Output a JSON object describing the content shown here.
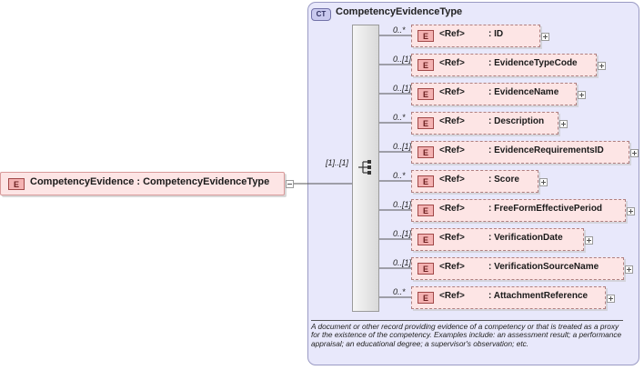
{
  "complex_type": {
    "badge": "CT",
    "name": "CompetencyEvidenceType",
    "documentation": "A document or other record providing evidence of a competency or that is treated as a proxy for the existence of the competency. Examples include: an assessment result; a performance appraisal; an educational degree; a supervisor's observation; etc."
  },
  "root_element": {
    "badge": "E",
    "label": "CompetencyEvidence : CompetencyEvidenceType",
    "occurrence": "[1]..[1]"
  },
  "children": [
    {
      "badge": "E",
      "ref": "<Ref>",
      "name": ": ID",
      "occurrence": "0..*"
    },
    {
      "badge": "E",
      "ref": "<Ref>",
      "name": ": EvidenceTypeCode",
      "occurrence": "0..[1]"
    },
    {
      "badge": "E",
      "ref": "<Ref>",
      "name": ": EvidenceName",
      "occurrence": "0..[1]"
    },
    {
      "badge": "E",
      "ref": "<Ref>",
      "name": ": Description",
      "occurrence": "0..*"
    },
    {
      "badge": "E",
      "ref": "<Ref>",
      "name": ": EvidenceRequirementsID",
      "occurrence": "0..[1]"
    },
    {
      "badge": "E",
      "ref": "<Ref>",
      "name": ": Score",
      "occurrence": "0..*"
    },
    {
      "badge": "E",
      "ref": "<Ref>",
      "name": ": FreeFormEffectivePeriod",
      "occurrence": "0..[1]"
    },
    {
      "badge": "E",
      "ref": "<Ref>",
      "name": ": VerificationDate",
      "occurrence": "0..[1]"
    },
    {
      "badge": "E",
      "ref": "<Ref>",
      "name": ": VerificationSourceName",
      "occurrence": "0..[1]"
    },
    {
      "badge": "E",
      "ref": "<Ref>",
      "name": ": AttachmentReference",
      "occurrence": "0..*"
    }
  ],
  "icons": {
    "sequence": "sequence-compositor-icon",
    "collapse": "collapse-icon",
    "expand": "expand-icon"
  },
  "colors": {
    "element_fill": "#fde5e5",
    "element_badge": "#f4b2b2",
    "complex_type_fill": "#e8e8fb",
    "complex_type_border": "#9a9ac4"
  }
}
